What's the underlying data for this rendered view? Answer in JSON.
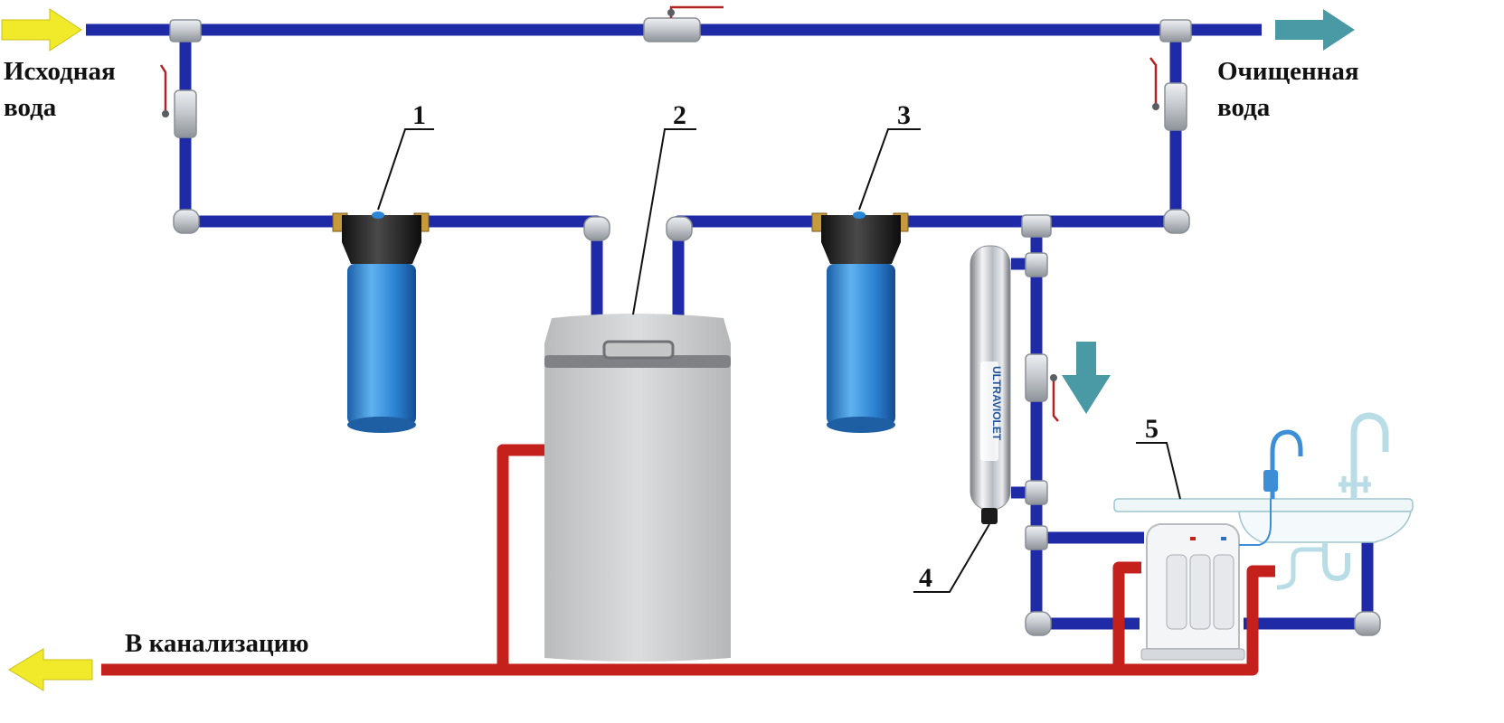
{
  "labels": {
    "source_water_line1": "Исходная",
    "source_water_line2": "вода",
    "clean_water_line1": "Очищенная",
    "clean_water_line2": "вода",
    "drain": "В канализацию"
  },
  "callouts": {
    "c1": "1",
    "c2": "2",
    "c3": "3",
    "c4": "4",
    "c5": "5"
  },
  "uv_text": "ULTRAVIOLET",
  "colors": {
    "supply_pipe": "#1e2aa6",
    "drain_pipe": "#c4201c",
    "fitting": "#c9ced4",
    "filter_blue": "#2b7fd0",
    "inlet_arrow": "#f0ea2a",
    "outlet_arrow": "#4a9aa5"
  }
}
